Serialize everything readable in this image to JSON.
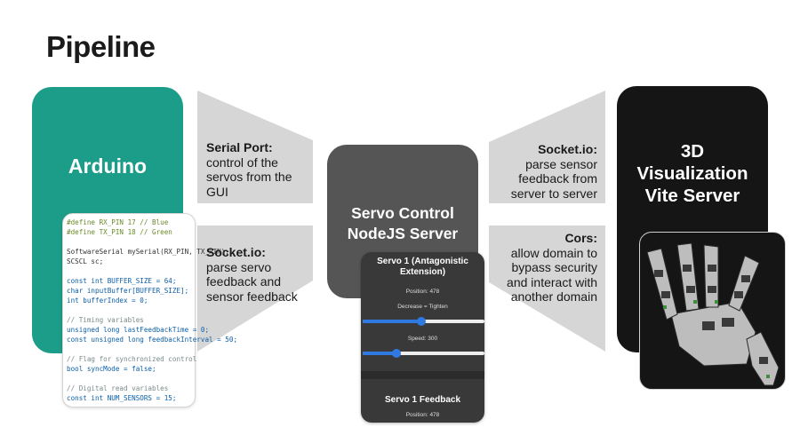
{
  "title": "Pipeline",
  "nodes": {
    "arduino": "Arduino",
    "servo_server_line1": "Servo Control",
    "servo_server_line2": "NodeJS Server",
    "viz_line1": "3D",
    "viz_line2": "Visualization",
    "viz_line3": "Vite Server"
  },
  "edges": {
    "serial": {
      "title": "Serial Port:",
      "lines": [
        "control of the",
        "servos from the",
        "GUI"
      ]
    },
    "socket_left": {
      "title": "Socket.io:",
      "lines": [
        "parse servo",
        "feedback and",
        "sensor feedback"
      ]
    },
    "socket_right": {
      "title": "Socket.io:",
      "lines": [
        "parse sensor",
        "feedback from",
        "server to server"
      ]
    },
    "cors": {
      "title": "Cors:",
      "lines": [
        "allow domain to",
        "bypass security",
        "and interact with",
        "another domain"
      ]
    }
  },
  "code_snippet": [
    "#define RX_PIN 17 // Blue",
    "#define TX_PIN 18 // Green",
    "",
    "SoftwareSerial mySerial(RX_PIN, TX_PIN);",
    "SCSCL sc;",
    "",
    "const int BUFFER_SIZE = 64;",
    "char inputBuffer[BUFFER_SIZE];",
    "int bufferIndex = 0;",
    "",
    "// Timing variables",
    "unsigned long lastFeedbackTime = 0;",
    "const unsigned long feedbackInterval = 50;",
    "",
    "// Flag for synchronized control",
    "bool syncMode = false;",
    "",
    "// Digital read variables",
    "const int NUM_SENSORS = 15;"
  ],
  "gui": {
    "title_line1": "Servo 1 (Antagonistic",
    "title_line2": "Extension)",
    "position_text": "Position: 478",
    "direction_text": "Decrease = Tighten",
    "speed_text": "Speed: 300",
    "position_slider_fraction": 0.48,
    "speed_slider_fraction": 0.28,
    "feedback_title": "Servo 1 Feedback",
    "feedback_position": "Position: 478"
  },
  "colors": {
    "arduino": "#1c9d89",
    "servo_server": "#555555",
    "viz": "#151515",
    "arrow": "#d6d6d6",
    "slider_accent": "#2e79e2"
  }
}
